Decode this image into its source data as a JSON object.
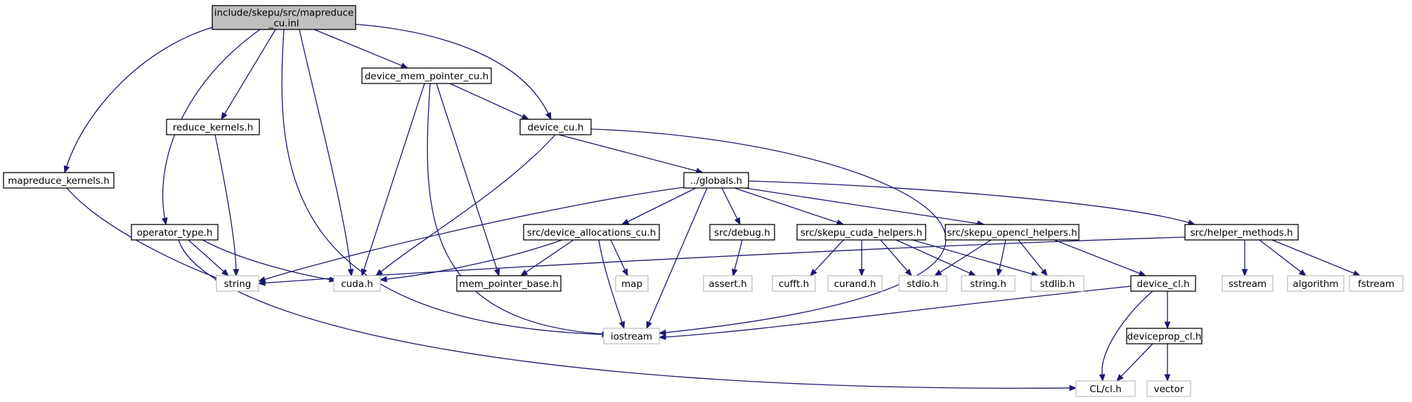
{
  "graph": {
    "colors": {
      "edge": "#191970",
      "root_fill": "#bfbfbf",
      "documented_border": "#000000",
      "external_border": "#bfbfbf",
      "external_text": "#000000"
    },
    "nodes": [
      {
        "id": "root",
        "lines": [
          "include/skepu/src/mapreduce",
          "_cu.inl"
        ],
        "kind": "root"
      },
      {
        "id": "mapreduce_kernels",
        "lines": [
          "mapreduce_kernels.h"
        ],
        "kind": "documented"
      },
      {
        "id": "operator_type",
        "lines": [
          "operator_type.h"
        ],
        "kind": "documented"
      },
      {
        "id": "reduce_kernels",
        "lines": [
          "reduce_kernels.h"
        ],
        "kind": "documented"
      },
      {
        "id": "device_mem_pointer_cu",
        "lines": [
          "device_mem_pointer_cu.h"
        ],
        "kind": "documented"
      },
      {
        "id": "device_cu",
        "lines": [
          "device_cu.h"
        ],
        "kind": "documented"
      },
      {
        "id": "globals",
        "lines": [
          "../globals.h"
        ],
        "kind": "documented"
      },
      {
        "id": "device_allocations_cu",
        "lines": [
          "src/device_allocations_cu.h"
        ],
        "kind": "documented"
      },
      {
        "id": "debug",
        "lines": [
          "src/debug.h"
        ],
        "kind": "documented"
      },
      {
        "id": "skepu_cuda_helpers",
        "lines": [
          "src/skepu_cuda_helpers.h"
        ],
        "kind": "documented"
      },
      {
        "id": "skepu_opencl_helpers",
        "lines": [
          "src/skepu_opencl_helpers.h"
        ],
        "kind": "documented"
      },
      {
        "id": "helper_methods",
        "lines": [
          "src/helper_methods.h"
        ],
        "kind": "documented"
      },
      {
        "id": "mem_pointer_base",
        "lines": [
          "mem_pointer_base.h"
        ],
        "kind": "documented"
      },
      {
        "id": "device_cl",
        "lines": [
          "device_cl.h"
        ],
        "kind": "documented"
      },
      {
        "id": "deviceprop_cl",
        "lines": [
          "deviceprop_cl.h"
        ],
        "kind": "documented"
      },
      {
        "id": "string",
        "lines": [
          "string"
        ],
        "kind": "external"
      },
      {
        "id": "cuda",
        "lines": [
          "cuda.h"
        ],
        "kind": "external"
      },
      {
        "id": "map",
        "lines": [
          "map"
        ],
        "kind": "external"
      },
      {
        "id": "assert",
        "lines": [
          "assert.h"
        ],
        "kind": "external"
      },
      {
        "id": "cufft",
        "lines": [
          "cufft.h"
        ],
        "kind": "external"
      },
      {
        "id": "curand",
        "lines": [
          "curand.h"
        ],
        "kind": "external"
      },
      {
        "id": "stdio",
        "lines": [
          "stdio.h"
        ],
        "kind": "external"
      },
      {
        "id": "string_h",
        "lines": [
          "string.h"
        ],
        "kind": "external"
      },
      {
        "id": "stdlib",
        "lines": [
          "stdlib.h"
        ],
        "kind": "external"
      },
      {
        "id": "sstream",
        "lines": [
          "sstream"
        ],
        "kind": "external"
      },
      {
        "id": "algorithm",
        "lines": [
          "algorithm"
        ],
        "kind": "external"
      },
      {
        "id": "fstream",
        "lines": [
          "fstream"
        ],
        "kind": "external"
      },
      {
        "id": "iostream",
        "lines": [
          "iostream"
        ],
        "kind": "external"
      },
      {
        "id": "vector",
        "lines": [
          "vector"
        ],
        "kind": "external"
      },
      {
        "id": "cl",
        "lines": [
          "CL/cl.h"
        ],
        "kind": "external"
      }
    ],
    "edges": [
      [
        "root",
        "mapreduce_kernels"
      ],
      [
        "root",
        "operator_type"
      ],
      [
        "root",
        "reduce_kernels"
      ],
      [
        "root",
        "cuda"
      ],
      [
        "root",
        "iostream"
      ],
      [
        "root",
        "device_mem_pointer_cu"
      ],
      [
        "root",
        "device_cu"
      ],
      [
        "mapreduce_kernels",
        "string"
      ],
      [
        "operator_type",
        "string"
      ],
      [
        "operator_type",
        "cuda"
      ],
      [
        "operator_type",
        "cl"
      ],
      [
        "reduce_kernels",
        "string"
      ],
      [
        "device_mem_pointer_cu",
        "device_cu"
      ],
      [
        "device_mem_pointer_cu",
        "cuda"
      ],
      [
        "device_mem_pointer_cu",
        "mem_pointer_base"
      ],
      [
        "device_mem_pointer_cu",
        "iostream"
      ],
      [
        "device_cu",
        "globals"
      ],
      [
        "device_cu",
        "cuda"
      ],
      [
        "device_cu",
        "iostream"
      ],
      [
        "globals",
        "string"
      ],
      [
        "globals",
        "device_allocations_cu"
      ],
      [
        "globals",
        "iostream"
      ],
      [
        "globals",
        "debug"
      ],
      [
        "globals",
        "skepu_cuda_helpers"
      ],
      [
        "globals",
        "skepu_opencl_helpers"
      ],
      [
        "globals",
        "helper_methods"
      ],
      [
        "device_allocations_cu",
        "cuda"
      ],
      [
        "device_allocations_cu",
        "mem_pointer_base"
      ],
      [
        "device_allocations_cu",
        "map"
      ],
      [
        "device_allocations_cu",
        "iostream"
      ],
      [
        "debug",
        "assert"
      ],
      [
        "skepu_cuda_helpers",
        "cufft"
      ],
      [
        "skepu_cuda_helpers",
        "curand"
      ],
      [
        "skepu_cuda_helpers",
        "stdio"
      ],
      [
        "skepu_cuda_helpers",
        "string_h"
      ],
      [
        "skepu_cuda_helpers",
        "stdlib"
      ],
      [
        "skepu_opencl_helpers",
        "stdio"
      ],
      [
        "skepu_opencl_helpers",
        "string_h"
      ],
      [
        "skepu_opencl_helpers",
        "stdlib"
      ],
      [
        "skepu_opencl_helpers",
        "device_cl"
      ],
      [
        "helper_methods",
        "string"
      ],
      [
        "helper_methods",
        "sstream"
      ],
      [
        "helper_methods",
        "algorithm"
      ],
      [
        "helper_methods",
        "fstream"
      ],
      [
        "device_cl",
        "iostream"
      ],
      [
        "device_cl",
        "deviceprop_cl"
      ],
      [
        "device_cl",
        "cl"
      ],
      [
        "deviceprop_cl",
        "cl"
      ],
      [
        "deviceprop_cl",
        "vector"
      ]
    ]
  }
}
